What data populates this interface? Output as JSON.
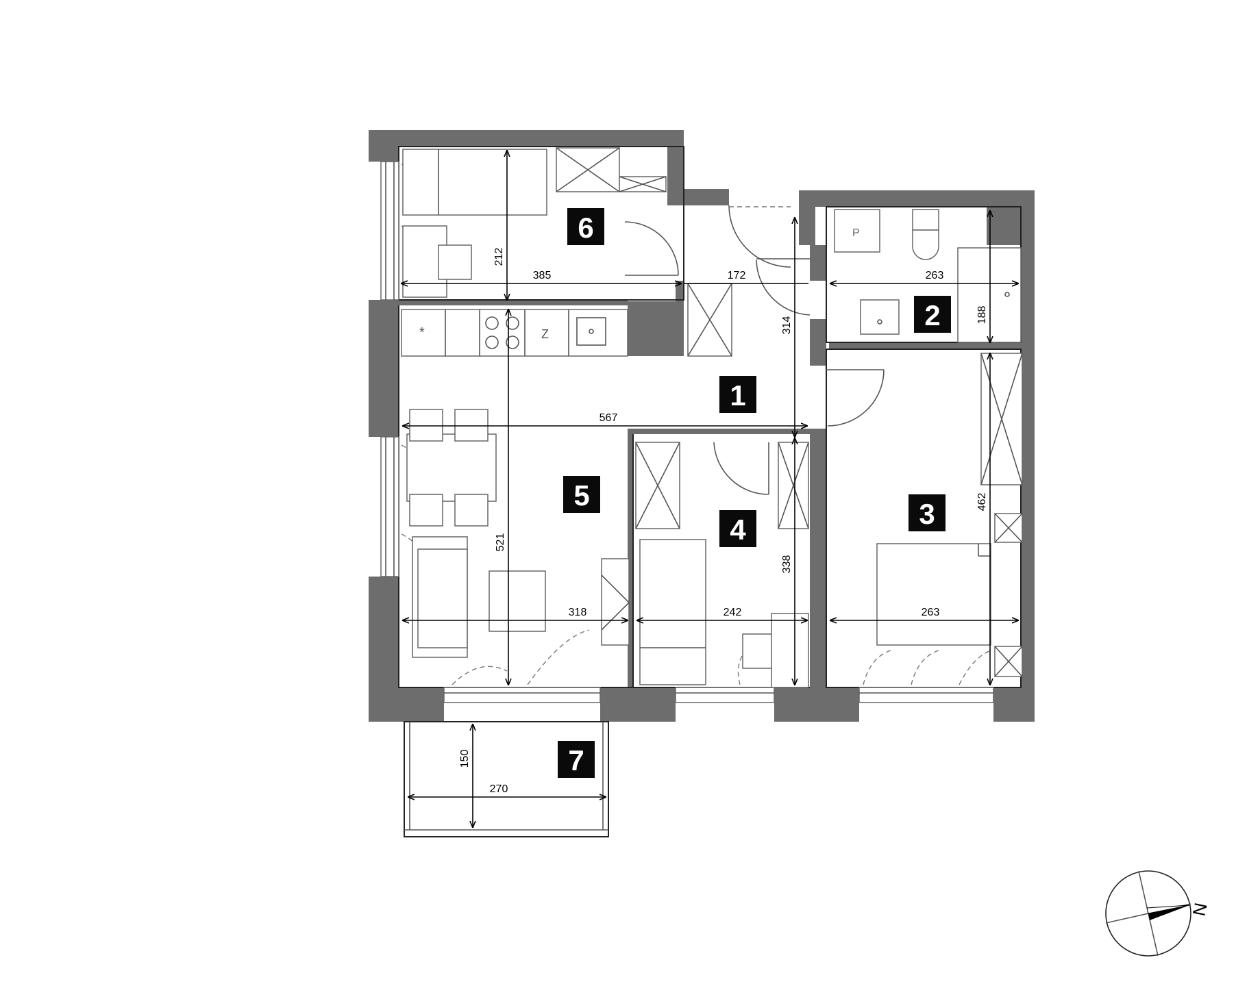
{
  "rooms": [
    {
      "number": "1"
    },
    {
      "number": "2"
    },
    {
      "number": "3"
    },
    {
      "number": "4"
    },
    {
      "number": "5"
    },
    {
      "number": "6"
    },
    {
      "number": "7"
    }
  ],
  "dimensions": {
    "d212": "212",
    "d385": "385",
    "d172": "172",
    "d314": "314",
    "d263_bath": "263",
    "d188": "188",
    "d567": "567",
    "d521": "521",
    "d318": "318",
    "d242": "242",
    "d338": "338",
    "d263_bed": "263",
    "d462": "462",
    "d150": "150",
    "d270": "270"
  },
  "compass": {
    "north_label": "N"
  },
  "colors": {
    "wall": "#6d6d6d",
    "label_bg": "#0a0a0a",
    "label_text": "#ffffff"
  }
}
